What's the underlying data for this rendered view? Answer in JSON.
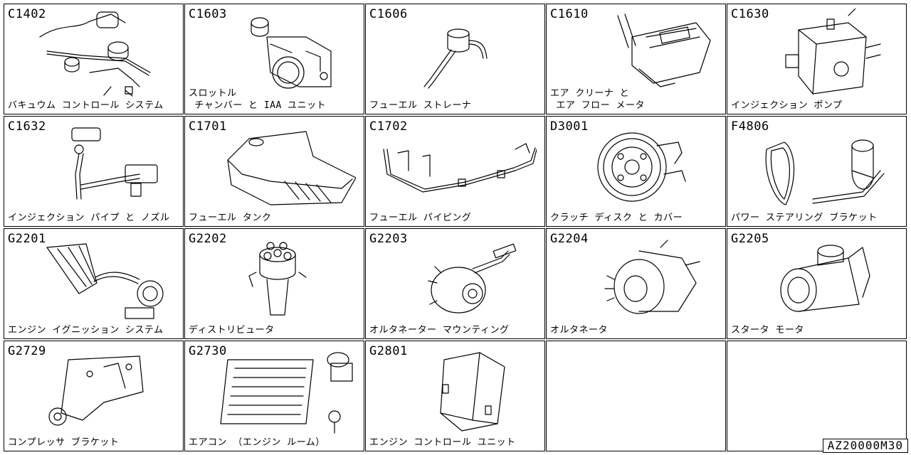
{
  "cells": [
    {
      "code": "C1402",
      "caption": "バキュウム コントロール システム",
      "icon": "vacuum-hose-icon"
    },
    {
      "code": "C1603",
      "caption": "スロットル\n チャンバー と IAA ユニット",
      "icon": "throttle-chamber-icon"
    },
    {
      "code": "C1606",
      "caption": "フューエル ストレーナ",
      "icon": "fuel-strainer-icon"
    },
    {
      "code": "C1610",
      "caption": "エア クリーナ と\n エア フロー メータ",
      "icon": "air-cleaner-icon"
    },
    {
      "code": "C1630",
      "caption": "インジェクション ポンプ",
      "icon": "injection-pump-icon"
    },
    {
      "code": "C1632",
      "caption": "インジェクション パイプ と ノズル",
      "icon": "injection-pipe-icon"
    },
    {
      "code": "C1701",
      "caption": "フューエル タンク",
      "icon": "fuel-tank-icon"
    },
    {
      "code": "C1702",
      "caption": "フューエル パイピング",
      "icon": "fuel-piping-icon"
    },
    {
      "code": "D3001",
      "caption": "クラッチ ディスク と カバー",
      "icon": "clutch-disc-icon"
    },
    {
      "code": "F4806",
      "caption": "パワー ステアリング ブラケット",
      "icon": "power-steering-pump-icon"
    },
    {
      "code": "G2201",
      "caption": "エンジン イグニッション システム",
      "icon": "ignition-coil-icon"
    },
    {
      "code": "G2202",
      "caption": "ディストリビュータ",
      "icon": "distributor-icon"
    },
    {
      "code": "G2203",
      "caption": "オルタネーター マウンティング",
      "icon": "alternator-mount-icon"
    },
    {
      "code": "G2204",
      "caption": "オルタネータ",
      "icon": "alternator-icon"
    },
    {
      "code": "G2205",
      "caption": "スタータ モータ",
      "icon": "starter-motor-icon"
    },
    {
      "code": "G2729",
      "caption": "コンプレッサ ブラケット",
      "icon": "compressor-bracket-icon"
    },
    {
      "code": "G2730",
      "caption": "エアコン （エンジン ルーム）",
      "icon": "aircon-condenser-icon"
    },
    {
      "code": "G2801",
      "caption": "エンジン コントロール ユニット",
      "icon": "ecu-icon"
    }
  ],
  "doc_id": "AZ20000M30"
}
